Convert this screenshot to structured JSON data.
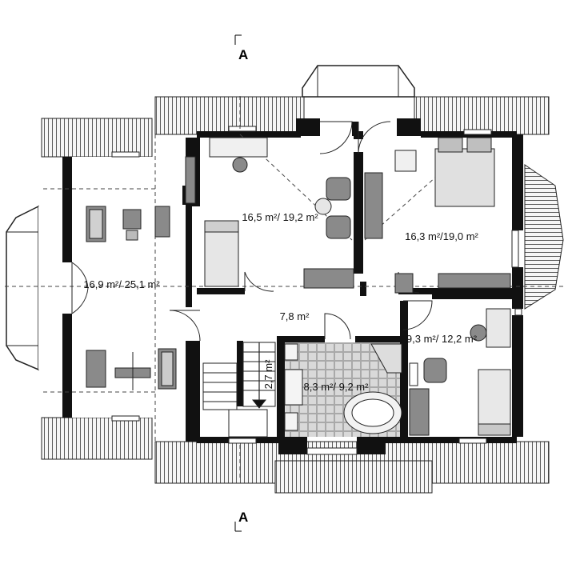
{
  "section_marker": "A",
  "rooms": {
    "gym": "16,9 m²/ 25,1 m²",
    "study": "16,5 m²/ 19,2 m²",
    "bedroom": "16,3 m²/19,0 m²",
    "hall": "7,8 m²",
    "small_room": "9,3 m²/ 12,2 m²",
    "bath": "8,3 m²/ 9,2 m²",
    "closet": "2,7 m²"
  },
  "colors": {
    "wall": "#111111",
    "roof": "#f4f4f4",
    "floor": "#ffffff",
    "furniture": "#8a8a8a",
    "tile": "#a8a8a8"
  }
}
